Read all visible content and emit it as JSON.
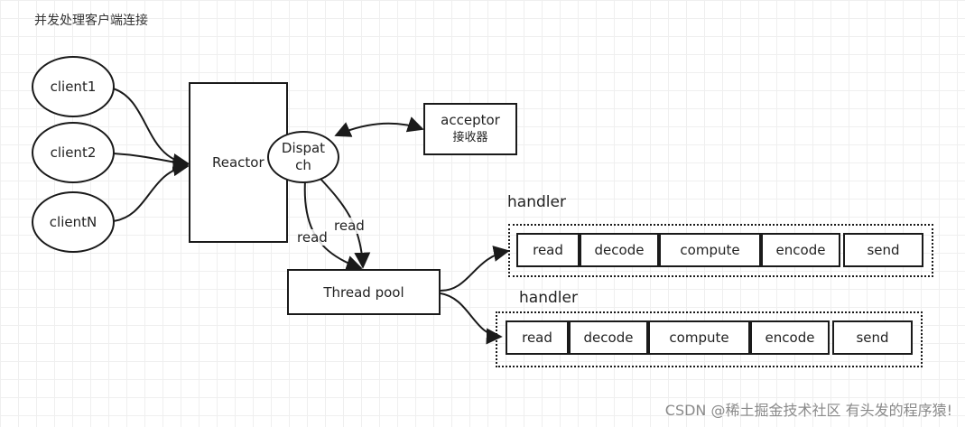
{
  "title": "并发处理客户端连接",
  "nodes": {
    "client1": "client1",
    "client2": "client2",
    "clientN": "clientN",
    "reactor": "Reactor",
    "dispatch_line1": "Dispat",
    "dispatch_line2": "ch",
    "acceptor_line1": "acceptor",
    "acceptor_line2": "接收器",
    "thread_pool": "Thread pool"
  },
  "edge_labels": {
    "read_left": "read",
    "read_right": "read"
  },
  "handlers": [
    {
      "label": "handler",
      "steps": [
        "read",
        "decode",
        "compute",
        "encode",
        "send"
      ]
    },
    {
      "label": "handler",
      "steps": [
        "read",
        "decode",
        "compute",
        "encode",
        "send"
      ]
    }
  ],
  "watermark": "CSDN @稀土掘金技术社区 有头发的程序猿!"
}
